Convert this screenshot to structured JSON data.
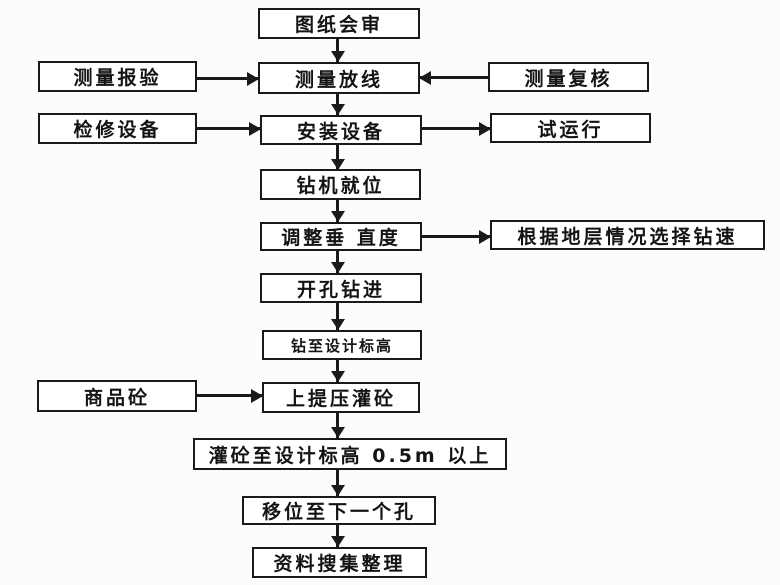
{
  "nodes": {
    "drawing_review": {
      "label": "图纸会审"
    },
    "survey_inspection": {
      "label": "测量报验"
    },
    "survey_layout": {
      "label": "测量放线"
    },
    "survey_recheck": {
      "label": "测量复核"
    },
    "equipment_overhaul": {
      "label": "检修设备"
    },
    "install_equipment": {
      "label": "安装设备"
    },
    "trial_run": {
      "label": "试运行"
    },
    "rig_in_position": {
      "label": "钻机就位"
    },
    "adjust_verticality": {
      "label": "调整垂 直度"
    },
    "select_drill_speed": {
      "label": "根据地层情况选择钻速"
    },
    "open_hole_drilling": {
      "label": "开孔钻进"
    },
    "drill_to_design_elevation": {
      "label": "钻至设计标高"
    },
    "commercial_concrete": {
      "label": "商品砼"
    },
    "lift_press_pour_concrete": {
      "label": "上提压灌砼"
    },
    "pour_to_05m_above": {
      "label": "灌砼至设计标高 0.5m 以上"
    },
    "move_to_next_hole": {
      "label": "移位至下一个孔"
    },
    "data_collection": {
      "label": "资料搜集整理"
    }
  },
  "edges": [
    {
      "from": "drawing_review",
      "to": "survey_layout"
    },
    {
      "from": "survey_inspection",
      "to": "survey_layout"
    },
    {
      "from": "survey_recheck",
      "to": "survey_layout"
    },
    {
      "from": "survey_layout",
      "to": "install_equipment"
    },
    {
      "from": "equipment_overhaul",
      "to": "install_equipment"
    },
    {
      "from": "install_equipment",
      "to": "trial_run"
    },
    {
      "from": "install_equipment",
      "to": "rig_in_position"
    },
    {
      "from": "rig_in_position",
      "to": "adjust_verticality"
    },
    {
      "from": "adjust_verticality",
      "to": "select_drill_speed"
    },
    {
      "from": "adjust_verticality",
      "to": "open_hole_drilling"
    },
    {
      "from": "open_hole_drilling",
      "to": "drill_to_design_elevation"
    },
    {
      "from": "drill_to_design_elevation",
      "to": "lift_press_pour_concrete"
    },
    {
      "from": "commercial_concrete",
      "to": "lift_press_pour_concrete"
    },
    {
      "from": "lift_press_pour_concrete",
      "to": "pour_to_05m_above"
    },
    {
      "from": "pour_to_05m_above",
      "to": "move_to_next_hole"
    },
    {
      "from": "move_to_next_hole",
      "to": "data_collection"
    }
  ],
  "colors": {
    "line": "#1a1a1a",
    "text": "#141414",
    "box_background": "#ffffff",
    "page_background": "#fcfcfc"
  }
}
